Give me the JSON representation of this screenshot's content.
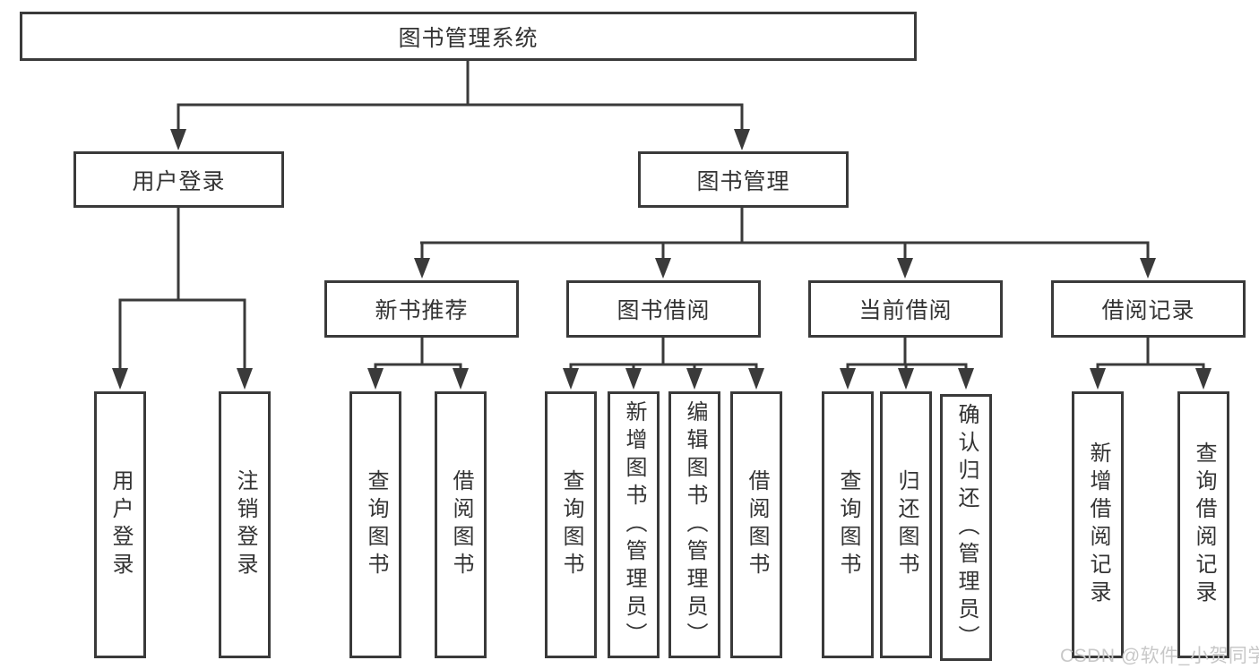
{
  "tree": {
    "label": "图书管理系统",
    "children": [
      {
        "label": "用户登录",
        "children": [
          {
            "label": "用户登录"
          },
          {
            "label": "注销登录"
          }
        ]
      },
      {
        "label": "图书管理",
        "children": [
          {
            "label": "新书推荐",
            "children": [
              {
                "label": "查询图书"
              },
              {
                "label": "借阅图书"
              }
            ]
          },
          {
            "label": "图书借阅",
            "children": [
              {
                "label": "查询图书"
              },
              {
                "label": "新增图书（管理员）"
              },
              {
                "label": "编辑图书（管理员）"
              },
              {
                "label": "借阅图书"
              }
            ]
          },
          {
            "label": "当前借阅",
            "children": [
              {
                "label": "查询图书"
              },
              {
                "label": "归还图书"
              },
              {
                "label": "确认归还（管理员）"
              }
            ]
          },
          {
            "label": "借阅记录",
            "children": [
              {
                "label": "新增借阅记录"
              },
              {
                "label": "查询借阅记录"
              }
            ]
          }
        ]
      }
    ]
  },
  "watermark": {
    "text": "CSDN @软件_小贺同学"
  },
  "colors": {
    "line": "#3a3a3a",
    "text": "#333333",
    "watermark": "#c8c8c8",
    "background": "#ffffff"
  }
}
